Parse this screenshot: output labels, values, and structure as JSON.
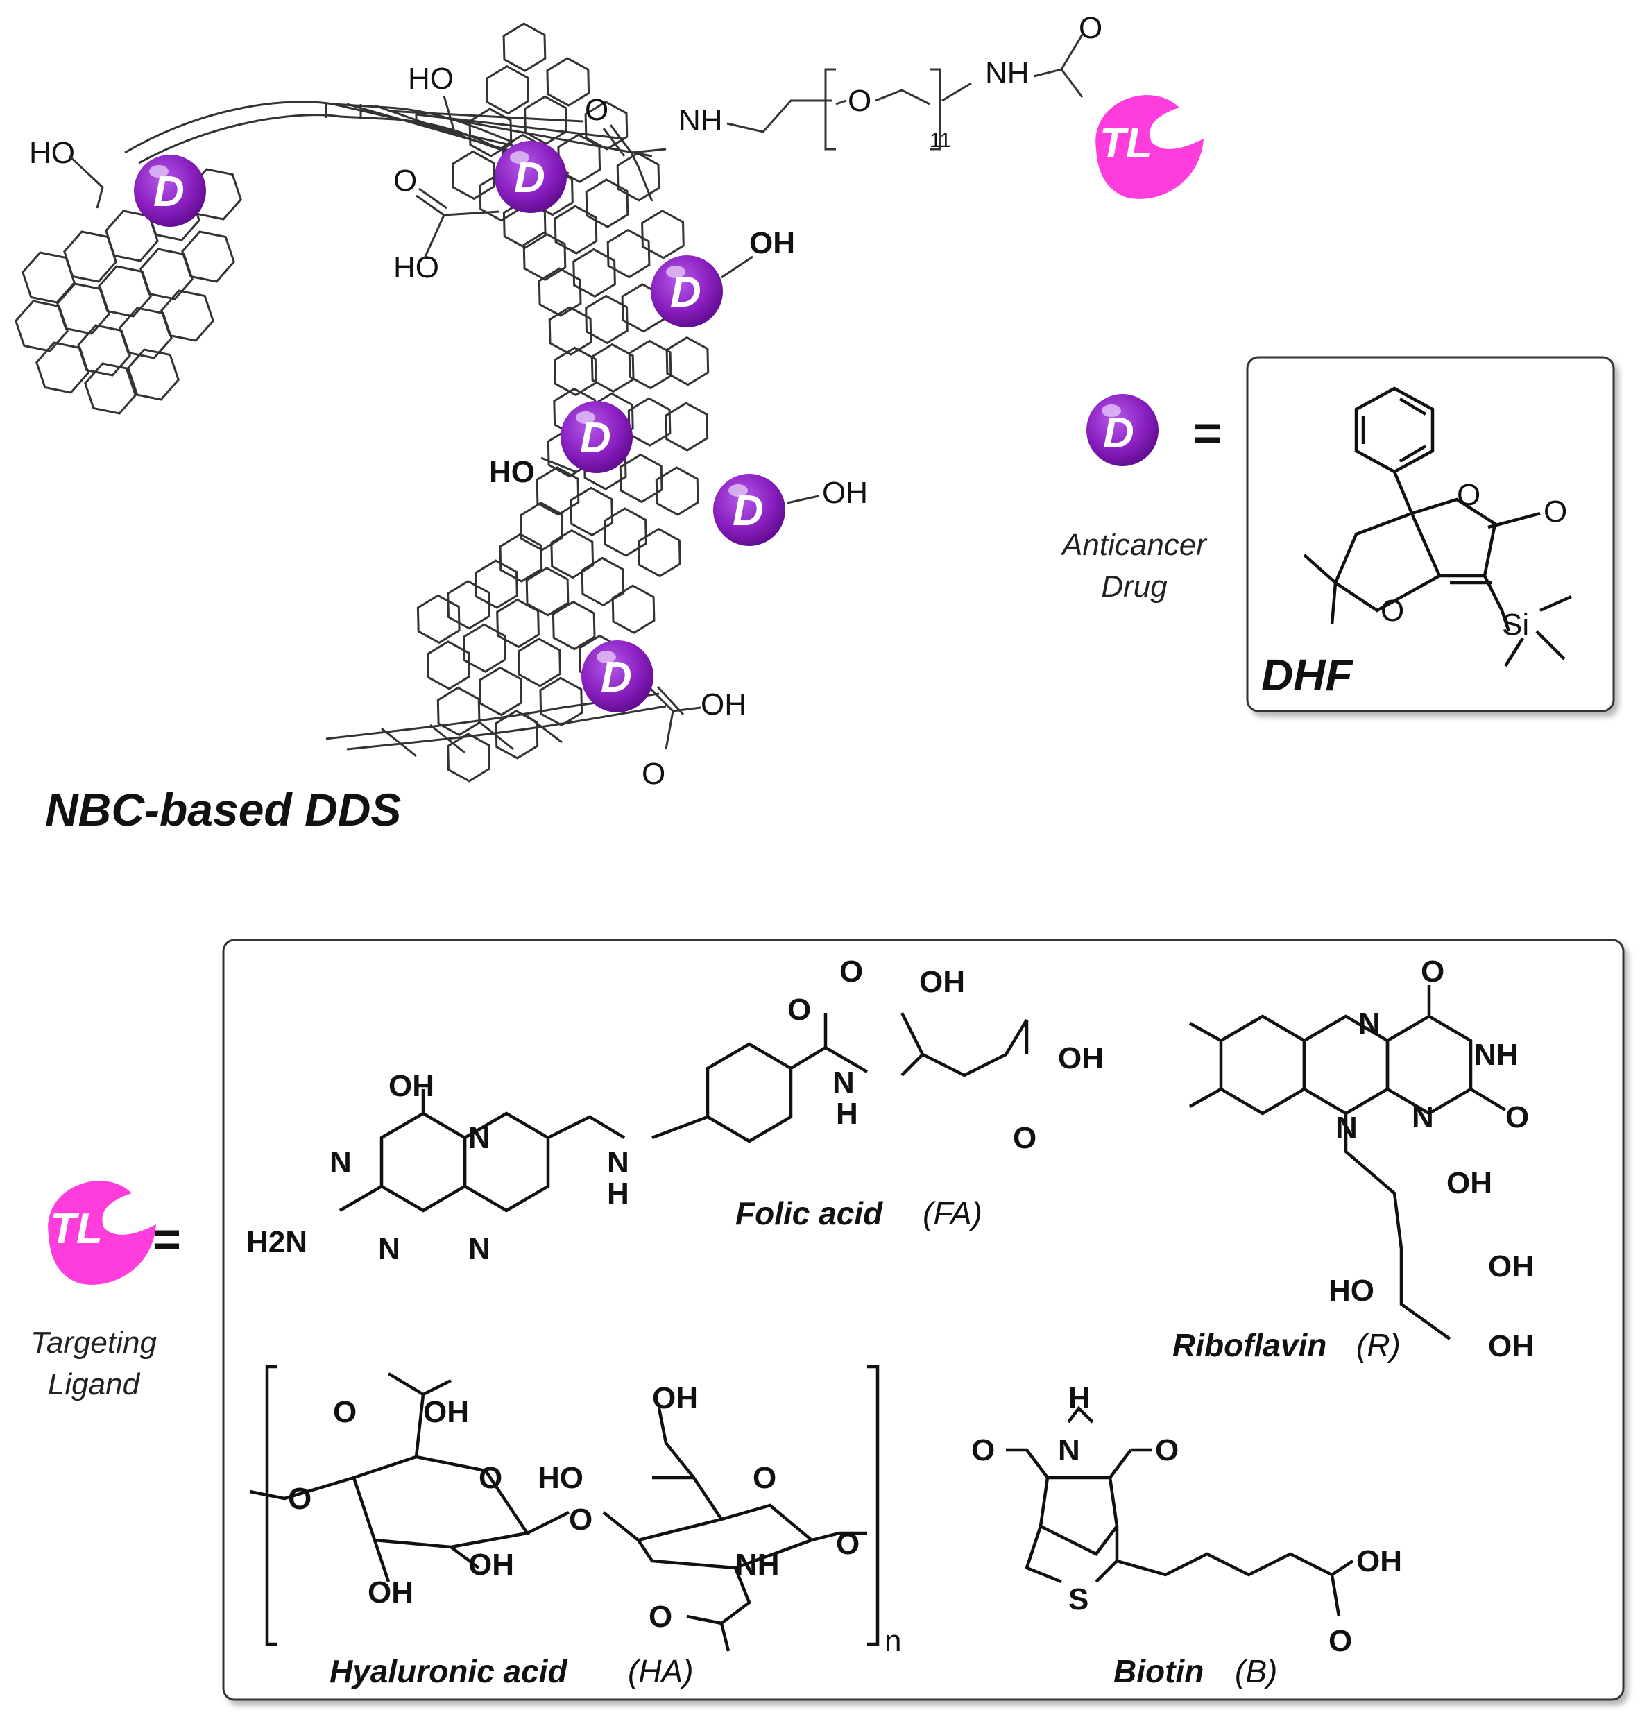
{
  "top": {
    "dds_title": "NBC-based DDS",
    "drug_badge": "D",
    "drug_caption_line1": "Anticancer",
    "drug_caption_line2": "Drug",
    "drug_name": "DHF",
    "equals": "=",
    "tl_badge": "TL",
    "peg_repeat": "11",
    "labels": {
      "ho": "HO",
      "oh": "OH",
      "o": "O",
      "nh": "NH",
      "si": "Si"
    }
  },
  "bottom": {
    "tl_caption_line1": "Targeting",
    "tl_caption_line2": "Ligand",
    "equals": "=",
    "folic_acid": {
      "name": "Folic acid",
      "abbr": "(FA)"
    },
    "riboflavin": {
      "name": "Riboflavin",
      "abbr": "(R)"
    },
    "hyaluronic_acid": {
      "name": "Hyaluronic acid",
      "abbr": "(HA)",
      "repeat": "n"
    },
    "biotin": {
      "name": "Biotin",
      "abbr": "(B)"
    },
    "atoms": {
      "oh": "OH",
      "ho": "HO",
      "n": "N",
      "nh": "NH",
      "h": "H",
      "o": "O",
      "s": "S",
      "h2n": "H2N"
    }
  },
  "colors": {
    "drug_purple": "#8a1fc0",
    "ligand_magenta": "#ff3ddc",
    "bond": "#333333"
  }
}
